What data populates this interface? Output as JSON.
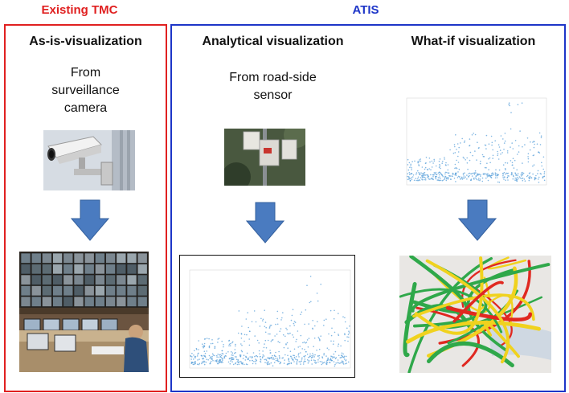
{
  "groups": {
    "existing": {
      "label": "Existing TMC",
      "color": "#e02020"
    },
    "atis": {
      "label": "ATIS",
      "color": "#1d35c8"
    }
  },
  "columns": [
    {
      "title": "As-is-visualization",
      "source_lines": [
        "From",
        "surveillance",
        "camera"
      ]
    },
    {
      "title": "Analytical visualization",
      "source_lines": [
        "From road-side",
        "sensor"
      ]
    },
    {
      "title": "What-if visualization",
      "source_lines": []
    }
  ],
  "images": {
    "camera": "surveillance-camera-photo",
    "sensor": "road-side-sensor-photo",
    "control_room": "traffic-control-room-photo",
    "scatter_small": "scatter-plot-thumbnail",
    "scatter_large": "scatter-plot-thumbnail",
    "map": "traffic-congestion-map"
  },
  "arrow_color": "#4a7bc0",
  "point_color": "#5aa0da",
  "congestion_colors": [
    "#2fa84a",
    "#f0d21e",
    "#e02820"
  ]
}
